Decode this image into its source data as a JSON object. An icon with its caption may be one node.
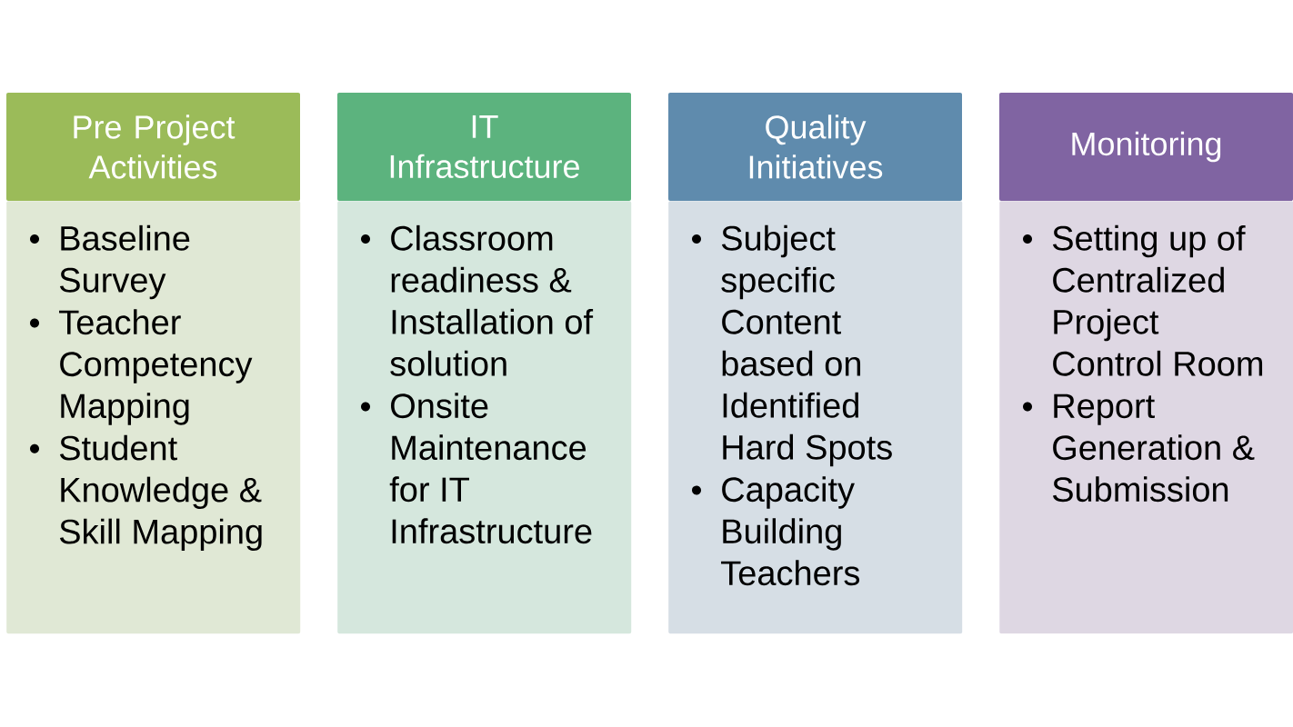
{
  "diagram": {
    "nodes": [
      {
        "text": [
          "Pre Project Activities"
        ]
      },
      {
        "text": [
          "Baseline Survey",
          "Teacher Competency Mapping",
          "Student Knowledge & Skill Mapping"
        ]
      },
      {
        "text": [
          "IT Infrastructure"
        ]
      },
      {
        "text": [
          "Classroom readiness & Installation of solution",
          "Onsite Maintenance for IT Infrastructure"
        ]
      },
      {
        "text": [
          "Quality Initiatives"
        ]
      },
      {
        "text": [
          "Subject specific Content based on Identified Hard Spots",
          "Capacity Building Teachers"
        ]
      },
      {
        "text": [
          "Monitoring"
        ]
      },
      {
        "text": [
          "Setting up of Centralized Project Control Room",
          "Report Generation & Submission"
        ]
      }
    ]
  }
}
